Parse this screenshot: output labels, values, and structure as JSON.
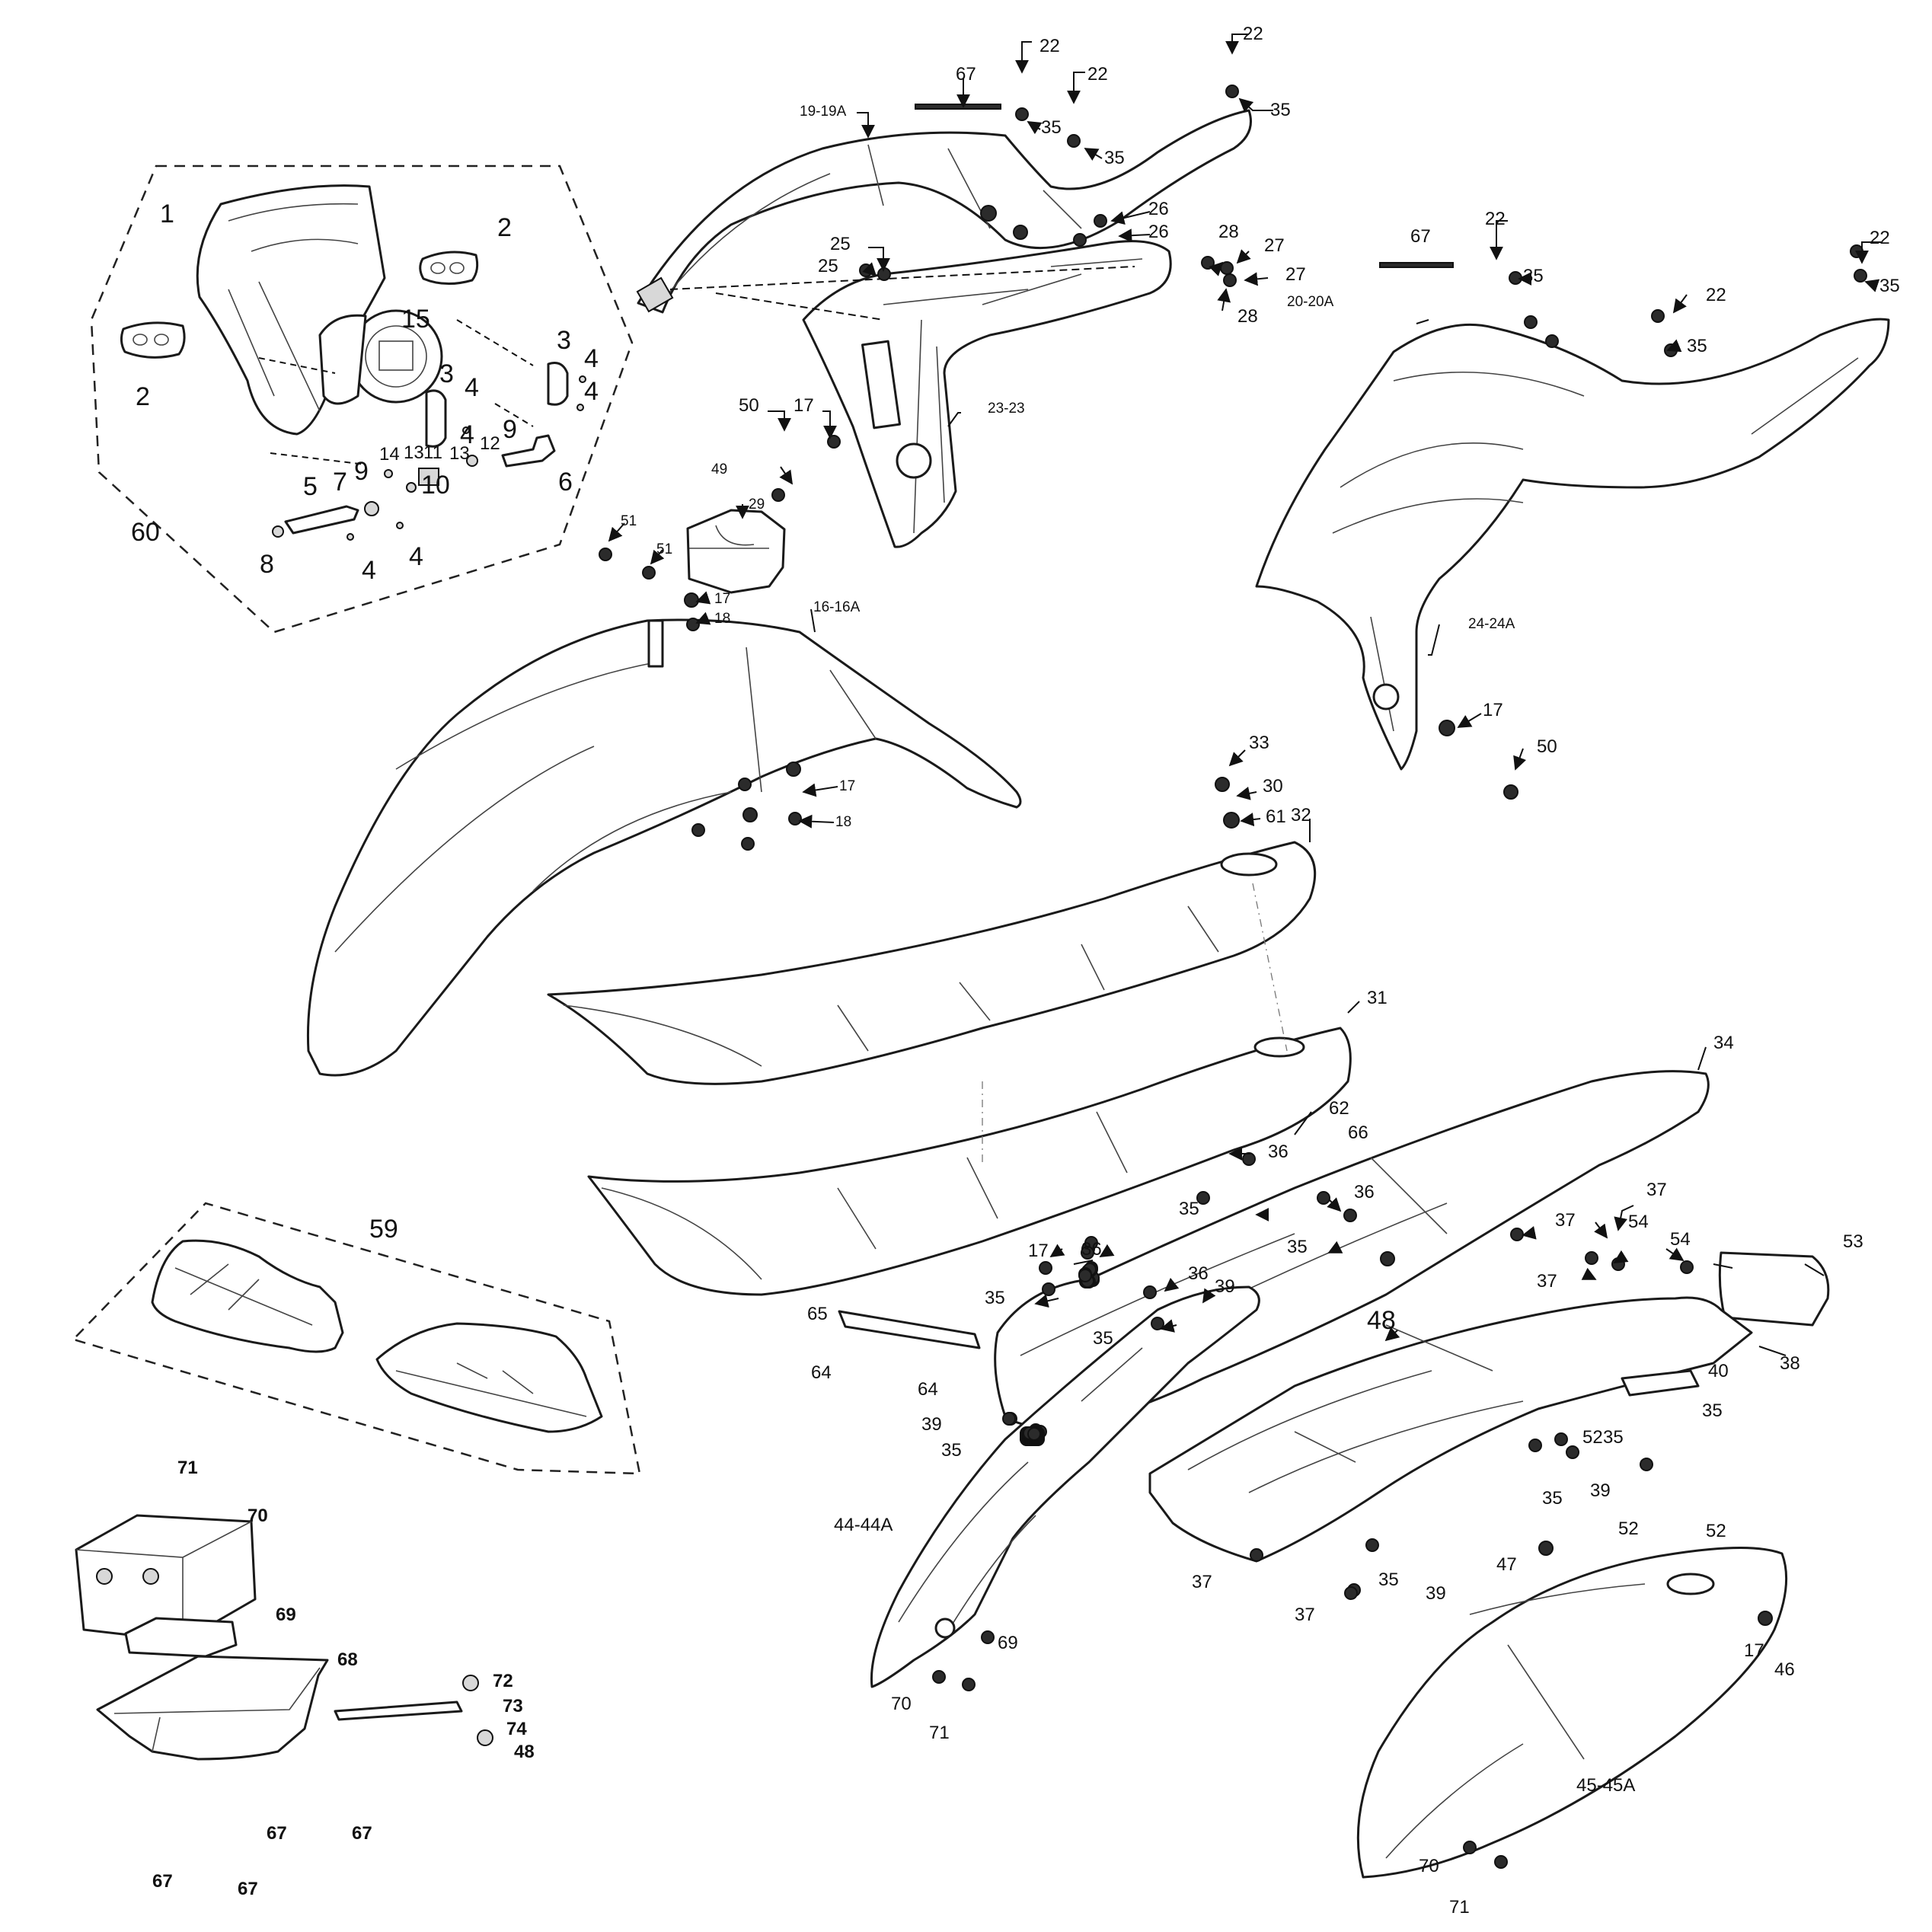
{
  "diagram": {
    "callouts": [
      {
        "id": "c1",
        "text": "1"
      },
      {
        "id": "c2a",
        "text": "2"
      },
      {
        "id": "c2b",
        "text": "2"
      },
      {
        "id": "c3a",
        "text": "3"
      },
      {
        "id": "c3b",
        "text": "3"
      },
      {
        "id": "c4a",
        "text": "4"
      },
      {
        "id": "c4b",
        "text": "4"
      },
      {
        "id": "c4c",
        "text": "4"
      },
      {
        "id": "c4d",
        "text": "4"
      },
      {
        "id": "c4e",
        "text": "4"
      },
      {
        "id": "c4f",
        "text": "4"
      },
      {
        "id": "c5",
        "text": "5"
      },
      {
        "id": "c6",
        "text": "6"
      },
      {
        "id": "c7",
        "text": "7"
      },
      {
        "id": "c8",
        "text": "8"
      },
      {
        "id": "c9a",
        "text": "9"
      },
      {
        "id": "c9b",
        "text": "9"
      },
      {
        "id": "c10",
        "text": "10"
      },
      {
        "id": "c11",
        "text": "11"
      },
      {
        "id": "c12",
        "text": "12"
      },
      {
        "id": "c13a",
        "text": "13"
      },
      {
        "id": "c13b",
        "text": "13"
      },
      {
        "id": "c14",
        "text": "14"
      },
      {
        "id": "c15",
        "text": "15"
      },
      {
        "id": "c60",
        "text": "60"
      },
      {
        "id": "c19",
        "text": "19-19A"
      },
      {
        "id": "c67a",
        "text": "67"
      },
      {
        "id": "c22a",
        "text": "22"
      },
      {
        "id": "c22b",
        "text": "22"
      },
      {
        "id": "c22c",
        "text": "22"
      },
      {
        "id": "c22d",
        "text": "22"
      },
      {
        "id": "c22e",
        "text": "22"
      },
      {
        "id": "c22f",
        "text": "22"
      },
      {
        "id": "c35a",
        "text": "35"
      },
      {
        "id": "c35b",
        "text": "35"
      },
      {
        "id": "c35c",
        "text": "35"
      },
      {
        "id": "c35d",
        "text": "35"
      },
      {
        "id": "c35e",
        "text": "35"
      },
      {
        "id": "c35f",
        "text": "35"
      },
      {
        "id": "c26a",
        "text": "26"
      },
      {
        "id": "c26b",
        "text": "26"
      },
      {
        "id": "c25a",
        "text": "25"
      },
      {
        "id": "c25b",
        "text": "25"
      },
      {
        "id": "c28a",
        "text": "28"
      },
      {
        "id": "c28b",
        "text": "28"
      },
      {
        "id": "c27a",
        "text": "27"
      },
      {
        "id": "c27b",
        "text": "27"
      },
      {
        "id": "c67b",
        "text": "67"
      },
      {
        "id": "c20",
        "text": "20-20A"
      },
      {
        "id": "c50a",
        "text": "50"
      },
      {
        "id": "c17a",
        "text": "17"
      },
      {
        "id": "c23",
        "text": "23-23"
      },
      {
        "id": "c49",
        "text": "49"
      },
      {
        "id": "c29",
        "text": "29"
      },
      {
        "id": "c51a",
        "text": "51"
      },
      {
        "id": "c51b",
        "text": "51"
      },
      {
        "id": "c17b",
        "text": "17"
      },
      {
        "id": "c18a",
        "text": "18"
      },
      {
        "id": "c16",
        "text": "16-16A"
      },
      {
        "id": "c17c",
        "text": "17"
      },
      {
        "id": "c18b",
        "text": "18"
      },
      {
        "id": "c24",
        "text": "24-24A"
      },
      {
        "id": "c17d",
        "text": "17"
      },
      {
        "id": "c50b",
        "text": "50"
      },
      {
        "id": "c33",
        "text": "33"
      },
      {
        "id": "c30",
        "text": "30"
      },
      {
        "id": "c61",
        "text": "61"
      },
      {
        "id": "c32",
        "text": "32"
      },
      {
        "id": "c31",
        "text": "31"
      },
      {
        "id": "c34",
        "text": "34"
      },
      {
        "id": "c62",
        "text": "62"
      },
      {
        "id": "c66",
        "text": "66"
      },
      {
        "id": "c36a",
        "text": "36"
      },
      {
        "id": "c36b",
        "text": "36"
      },
      {
        "id": "c36c",
        "text": "36"
      },
      {
        "id": "c36d",
        "text": "36"
      },
      {
        "id": "c35g",
        "text": "35"
      },
      {
        "id": "c35h",
        "text": "35"
      },
      {
        "id": "c35i",
        "text": "35"
      },
      {
        "id": "c35j",
        "text": "35"
      },
      {
        "id": "c39a",
        "text": "39"
      },
      {
        "id": "c37a",
        "text": "37"
      },
      {
        "id": "c37b",
        "text": "37"
      },
      {
        "id": "c37c",
        "text": "37"
      },
      {
        "id": "c54a",
        "text": "54"
      },
      {
        "id": "c54b",
        "text": "54"
      },
      {
        "id": "c53",
        "text": "53"
      },
      {
        "id": "c65",
        "text": "65"
      },
      {
        "id": "c64a",
        "text": "64"
      },
      {
        "id": "c64b",
        "text": "64"
      },
      {
        "id": "c17e",
        "text": "17"
      },
      {
        "id": "c48a",
        "text": "48"
      },
      {
        "id": "c38",
        "text": "38"
      },
      {
        "id": "c40",
        "text": "40"
      },
      {
        "id": "c39b",
        "text": "39"
      },
      {
        "id": "c35k",
        "text": "35"
      },
      {
        "id": "c35l",
        "text": "35"
      },
      {
        "id": "c52a",
        "text": "52"
      },
      {
        "id": "c35m",
        "text": "35"
      },
      {
        "id": "c39c",
        "text": "39"
      },
      {
        "id": "c35n",
        "text": "35"
      },
      {
        "id": "c52b",
        "text": "52"
      },
      {
        "id": "c52c",
        "text": "52"
      },
      {
        "id": "c44",
        "text": "44-44A"
      },
      {
        "id": "c37d",
        "text": "37"
      },
      {
        "id": "c35o",
        "text": "35"
      },
      {
        "id": "c39d",
        "text": "39"
      },
      {
        "id": "c37e",
        "text": "37"
      },
      {
        "id": "c47",
        "text": "47"
      },
      {
        "id": "c17f",
        "text": "17"
      },
      {
        "id": "c46",
        "text": "46"
      },
      {
        "id": "c69a",
        "text": "69"
      },
      {
        "id": "c70a",
        "text": "70"
      },
      {
        "id": "c71a",
        "text": "71"
      },
      {
        "id": "c45",
        "text": "45-45A"
      },
      {
        "id": "c70b",
        "text": "70"
      },
      {
        "id": "c71b",
        "text": "71"
      },
      {
        "id": "c59",
        "text": "59"
      },
      {
        "id": "c71c",
        "text": "71"
      },
      {
        "id": "c70c",
        "text": "70"
      },
      {
        "id": "c69b",
        "text": "69"
      },
      {
        "id": "c68",
        "text": "68"
      },
      {
        "id": "c72",
        "text": "72"
      },
      {
        "id": "c73",
        "text": "73"
      },
      {
        "id": "c74",
        "text": "74"
      },
      {
        "id": "c48b",
        "text": "48"
      },
      {
        "id": "c67c",
        "text": "67"
      },
      {
        "id": "c67d",
        "text": "67"
      },
      {
        "id": "c67e",
        "text": "67"
      },
      {
        "id": "c67f",
        "text": "67"
      }
    ]
  }
}
